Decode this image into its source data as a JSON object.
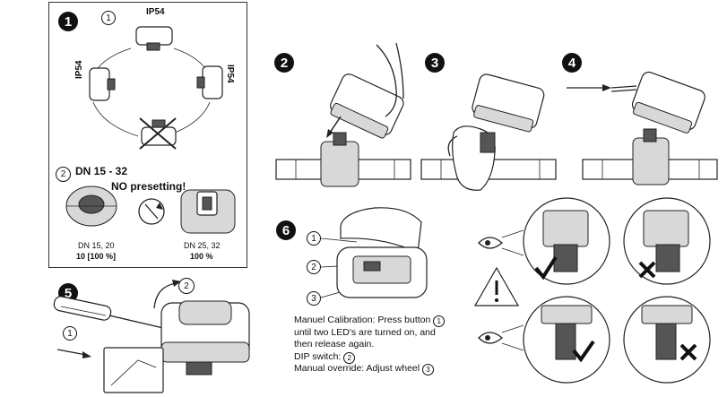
{
  "steps": {
    "s1": "1",
    "s2": "2",
    "s3": "3",
    "s4": "4",
    "s5": "5",
    "s6": "6"
  },
  "panel1": {
    "sub1": "1",
    "ip_top": "IP54",
    "ip_left": "IP54",
    "ip_right": "IP54",
    "sub2": "2",
    "dn_range": "DN 15 - 32",
    "no_presetting": "NO presetting!",
    "dn_small": "DN 15, 20",
    "dn_small_value": "10 [100 %]",
    "dn_large": "DN 25, 32",
    "dn_large_value": "100 %"
  },
  "panel5": {
    "sub1": "1",
    "sub2": "2"
  },
  "panel6": {
    "c1": "1",
    "c2": "2",
    "c3": "3",
    "line1_a": "Manuel Calibration: Press button",
    "line1_num": "1",
    "line2": "until two LED's are turned on, and",
    "line3": "then release again.",
    "line4_a": "DIP switch:",
    "line4_num": "2",
    "line5_a": "Manual override: Adjust wheel",
    "line5_num": "3"
  },
  "colors": {
    "ink": "#222222",
    "paper": "#ffffff"
  },
  "icons": [
    "actuator-icon",
    "valve-icon",
    "hand-icon",
    "screwdriver-icon",
    "eye-icon",
    "warning-icon",
    "check-icon",
    "cross-icon"
  ]
}
